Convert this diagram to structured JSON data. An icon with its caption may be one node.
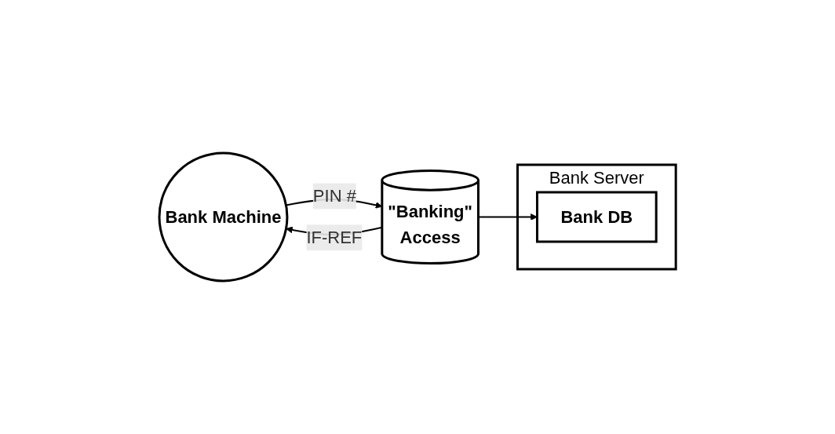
{
  "diagram": {
    "nodes": [
      {
        "text": [
          "Bank Machine"
        ]
      },
      {
        "text": [
          "Bank Server"
        ]
      },
      {
        "text": [
          "\"Banking\"",
          "Access"
        ]
      },
      {
        "text": [
          "Bank DB"
        ],
        "in": 1
      }
    ],
    "edges": [
      {
        "from": 0,
        "to": 2,
        "label": "PIN #",
        "arrow": "to"
      },
      {
        "from": 2,
        "to": 0,
        "label": "IF-REF",
        "arrow": "to"
      },
      {
        "from": 2,
        "to": 3,
        "arrow": "to"
      }
    ]
  }
}
